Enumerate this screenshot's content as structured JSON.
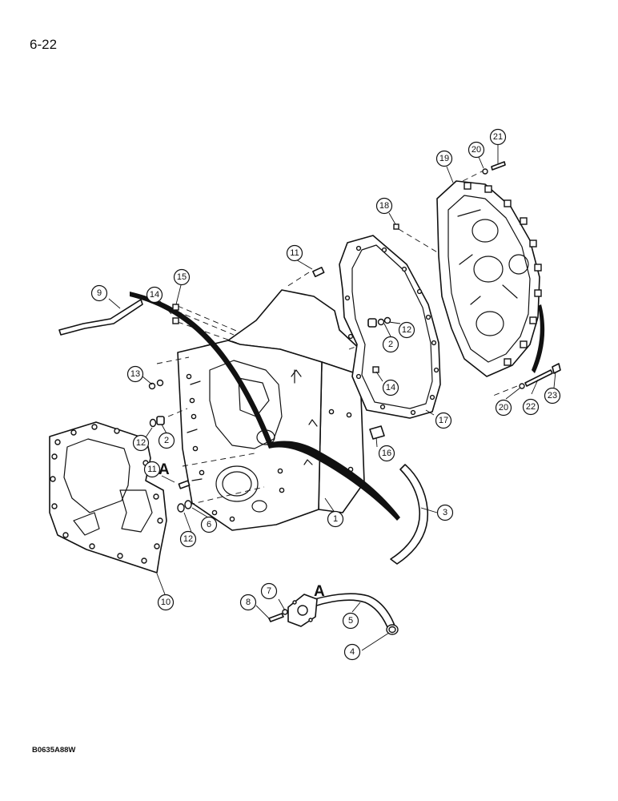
{
  "page": {
    "page_number": "6-22",
    "figure_code": "B0635A88W"
  },
  "reference_marks": [
    "A",
    "A"
  ],
  "callouts": [
    "1",
    "2",
    "2",
    "3",
    "4",
    "5",
    "6",
    "7",
    "8",
    "9",
    "10",
    "11",
    "11",
    "12",
    "12",
    "12",
    "13",
    "14",
    "14",
    "15",
    "16",
    "17",
    "18",
    "19",
    "20",
    "20",
    "21",
    "22",
    "23"
  ]
}
